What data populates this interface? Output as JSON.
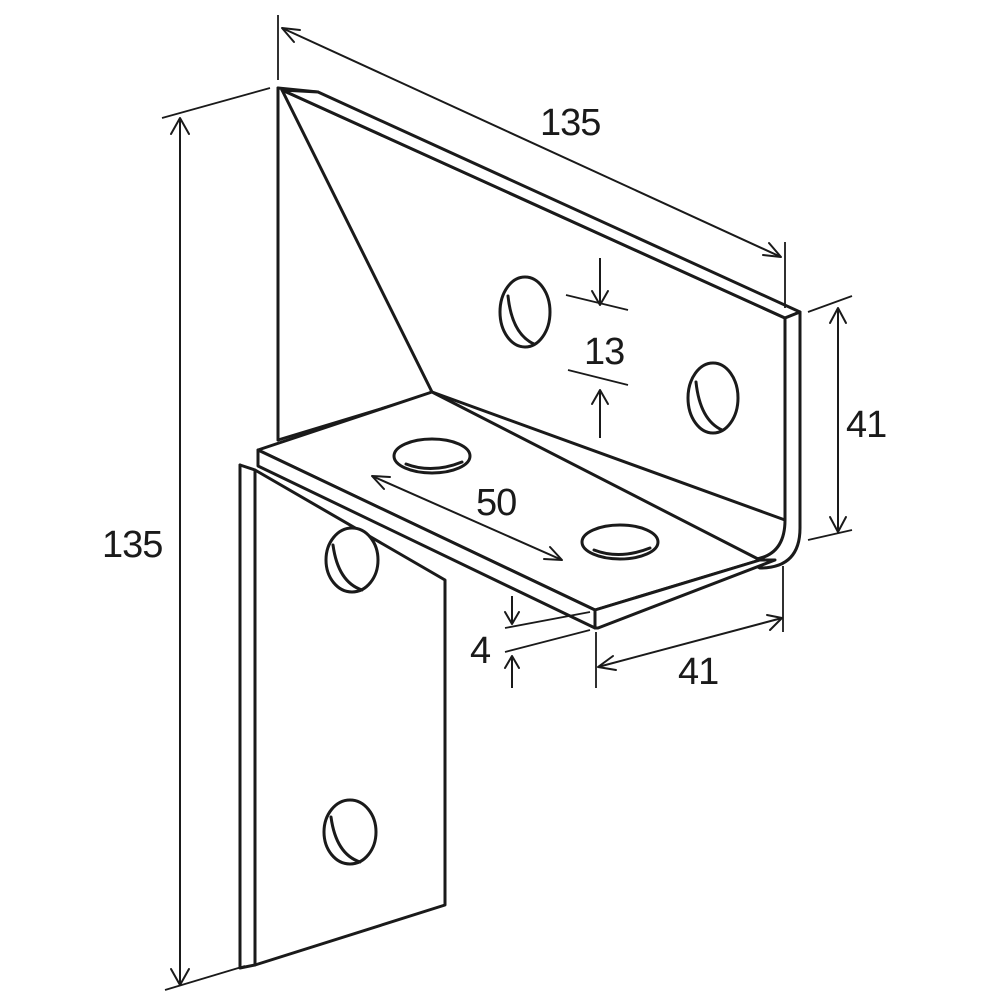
{
  "dimensions": {
    "top_length": "135",
    "overall_height": "135",
    "hole_diameter": "13",
    "flange_height": "41",
    "hole_spacing": "50",
    "thickness": "4",
    "flange_width": "41"
  }
}
